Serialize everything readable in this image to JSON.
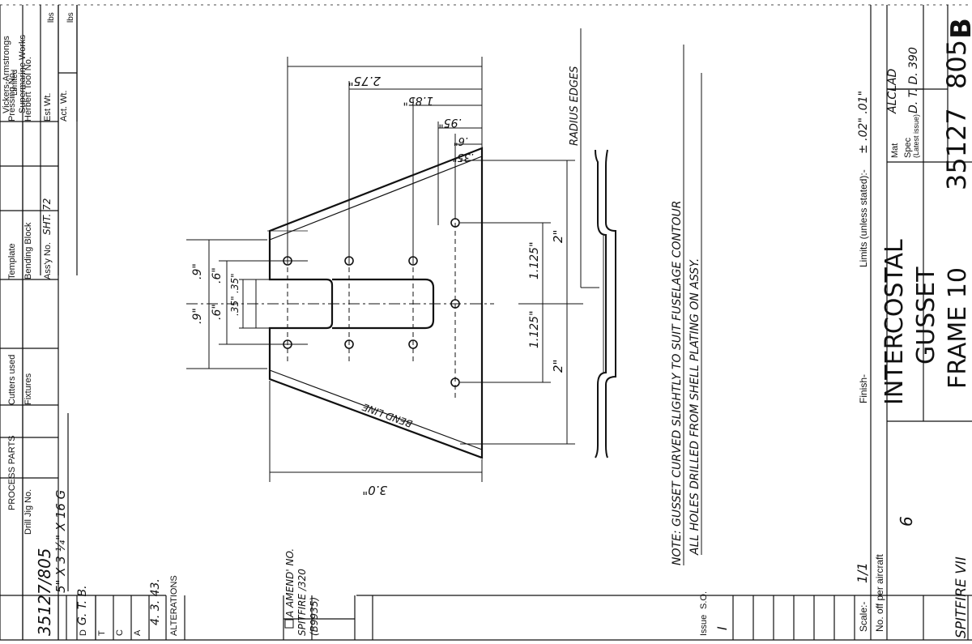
{
  "title_block": {
    "firm": [
      "Vickers-Armstrongs",
      "Limited",
      "Supermarine Works"
    ],
    "drawing_ref": "35127/805",
    "revisions": [
      {
        "letter": "D",
        "value": "G. T. B."
      },
      {
        "letter": "T",
        "value": ""
      },
      {
        "letter": "C",
        "value": ""
      },
      {
        "letter": "A",
        "value": ""
      },
      {
        "letter": "",
        "value": "4. 3. 43."
      }
    ],
    "alterations_label": "ALTERATIONS",
    "amendment_note": [
      "A AMEND' NO.",
      "SPITFIRE /320",
      "(B9935)"
    ],
    "issue_label": "Issue",
    "so_label": "S.O.",
    "issue_value": "I",
    "process_parts_label": "PROCESS PARTS",
    "drill_jig_label": "Drill Jig No.",
    "cutters_label": "Cutters used",
    "fixtures_label": "Fixtures",
    "template_label": "Template",
    "bending_block_label": "Bending Block",
    "assy_no_label": "Ass'y No.",
    "assy_no_value": "SHT. 72",
    "pressing_label": "Pressing No.",
    "herbert_tool_label": "Herbert Tool No.",
    "est_wt_label": "Est Wt.",
    "act_wt_label": "Act. Wt.",
    "lbs": "lbs",
    "stock_size": "5\" X 3 ¼\" X 16 G",
    "scale_label": "Scale:-",
    "scale_value": "1/1",
    "finish_label": "Finish-",
    "limits_label": "Limits (unless stated):-",
    "limits_value": "± .02\" .01\"",
    "no_off_label": "No. off per aircraft",
    "no_off_value": "6",
    "part_name": [
      "INTERCOSTAL",
      "GUSSET",
      "FRAME 10"
    ],
    "aircraft": "SPITFIRE VII",
    "mat_label": "Mat",
    "mat_value": "ALCLAD",
    "spec_label": "Spec",
    "spec_sub": "(Latest issue)",
    "spec_value": "D. T. D. 390",
    "part_number": "35127",
    "sheet_number": "805",
    "corner_letter": "B"
  },
  "drawing": {
    "dims": {
      "d275": "2.75\"",
      "d185": "1.85\"",
      "d95": ".95\"",
      "d6a": ".6\"",
      "d35": ".35\"",
      "d30": "3.0\"",
      "d9": ".9\"",
      "d6": ".6\"",
      "d035": ".35\"",
      "d2": "2\"",
      "d1125": "1.125\""
    },
    "bend_line": "BEND LINE",
    "radius_edges": "RADIUS EDGES",
    "note1": "NOTE: GUSSET CURVED SLIGHTLY TO SUIT FUSELAGE CONTOUR",
    "note2": "ALL HOLES DRILLED FROM SHELL PLATING ON ASSY."
  }
}
